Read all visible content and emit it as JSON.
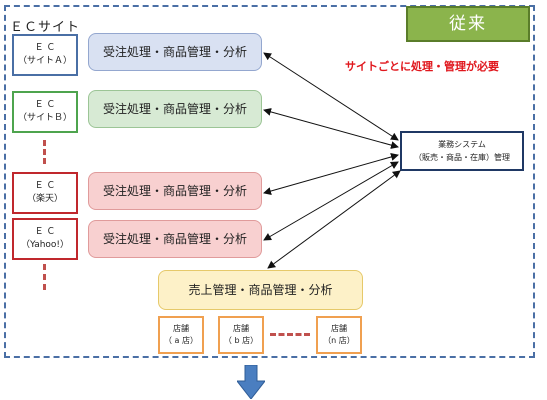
{
  "header": {
    "ec_sites_label": "ＥＣサイト",
    "mode_tag": "従来",
    "note": "サイトごとに処理・管理が必要"
  },
  "ec_sites": [
    {
      "line1": "Ｅ Ｃ",
      "line2": "（サイトＡ）",
      "border": "#4a6fa5"
    },
    {
      "line1": "Ｅ Ｃ",
      "line2": "（サイトＢ）",
      "border": "#4ea44e"
    },
    {
      "line1": "Ｅ Ｃ",
      "line2": "（楽天）",
      "border": "#c0282d"
    },
    {
      "line1": "Ｅ Ｃ",
      "line2": "（Yahoo!）",
      "border": "#c0282d"
    }
  ],
  "processes": [
    {
      "label": "受注処理・商品管理・分析"
    },
    {
      "label": "受注処理・商品管理・分析"
    },
    {
      "label": "受注処理・商品管理・分析"
    },
    {
      "label": "受注処理・商品管理・分析"
    }
  ],
  "store_process": {
    "label": "売上管理・商品管理・分析"
  },
  "business_system": {
    "line1": "業務システム",
    "line2": "（販売・商品・在庫）管理"
  },
  "stores": [
    {
      "line1": "店舗",
      "line2": "（ a 店）"
    },
    {
      "line1": "店舗",
      "line2": "（ b 店）"
    },
    {
      "line1": "店舗",
      "line2": "（n 店）"
    }
  ],
  "colors": {
    "frame": "#4a6fa5",
    "note": "#e0161c",
    "tag": "#8bb44c",
    "arrow_down": "#4a7ec0"
  }
}
